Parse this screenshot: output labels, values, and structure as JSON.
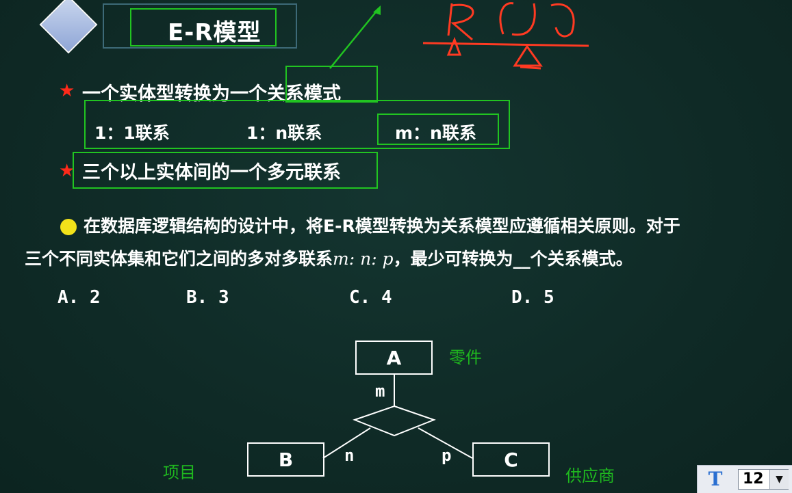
{
  "title": "E-R模型",
  "bullet1": {
    "prefix": "一个实体型转换为一个",
    "highlight": "关系模式"
  },
  "relations": [
    "1：1联系",
    "1：n联系",
    "m：n联系"
  ],
  "bullet2": "三个以上实体间的一个多元联系",
  "question": {
    "line1": "在数据库逻辑结构的设计中，将E-R模型转换为关系模型应遵循相关原则。对于",
    "line2_pre": "三个不同实体集和它们之间的多对多联系",
    "line2_formula": "m: n: p",
    "line2_post": "，最少可转换为__个关系模式。"
  },
  "options": [
    "A. 2",
    "B. 3",
    "C. 4",
    "D. 5"
  ],
  "diagram": {
    "entities": {
      "a": "A",
      "b": "B",
      "c": "C"
    },
    "cardinality": {
      "a": "m",
      "b": "n",
      "c": "p"
    },
    "labels": {
      "a": "零件",
      "b": "项目",
      "c": "供应商"
    }
  },
  "toolbar": {
    "font_size": "12",
    "text_icon": "text-tool-icon",
    "dropdown_icon": "chevron-down-icon"
  },
  "colors": {
    "background": "#0f2a26",
    "highlight_box": "#21c421",
    "annotation": "#ff2a1a",
    "star": "#ff2a1a",
    "dot": "#f2e21a"
  }
}
